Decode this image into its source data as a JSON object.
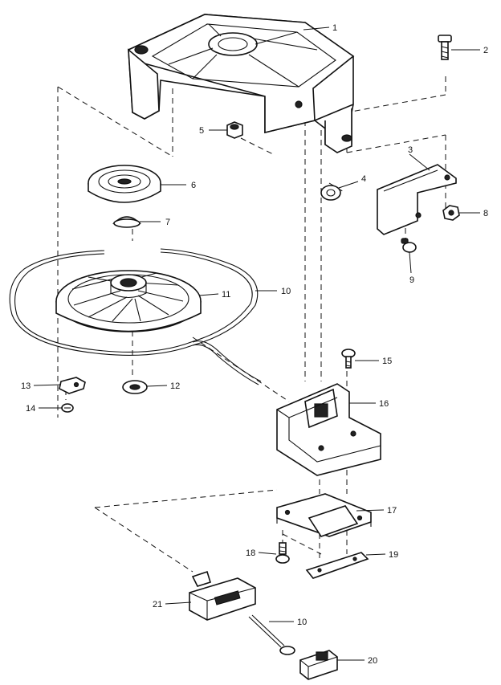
{
  "parts": [
    {
      "id": "p1",
      "label": "1"
    },
    {
      "id": "p2",
      "label": "2"
    },
    {
      "id": "p3",
      "label": "3"
    },
    {
      "id": "p4",
      "label": "4"
    },
    {
      "id": "p5",
      "label": "5"
    },
    {
      "id": "p6",
      "label": "6"
    },
    {
      "id": "p7",
      "label": "7"
    },
    {
      "id": "p8",
      "label": "8"
    },
    {
      "id": "p9",
      "label": "9"
    },
    {
      "id": "p10a",
      "label": "10"
    },
    {
      "id": "p11",
      "label": "11"
    },
    {
      "id": "p12",
      "label": "12"
    },
    {
      "id": "p13",
      "label": "13"
    },
    {
      "id": "p14",
      "label": "14"
    },
    {
      "id": "p15",
      "label": "15"
    },
    {
      "id": "p16",
      "label": "16"
    },
    {
      "id": "p17",
      "label": "17"
    },
    {
      "id": "p18",
      "label": "18"
    },
    {
      "id": "p19",
      "label": "19"
    },
    {
      "id": "p21",
      "label": "21"
    },
    {
      "id": "p10b",
      "label": "10"
    },
    {
      "id": "p20",
      "label": "20"
    }
  ]
}
